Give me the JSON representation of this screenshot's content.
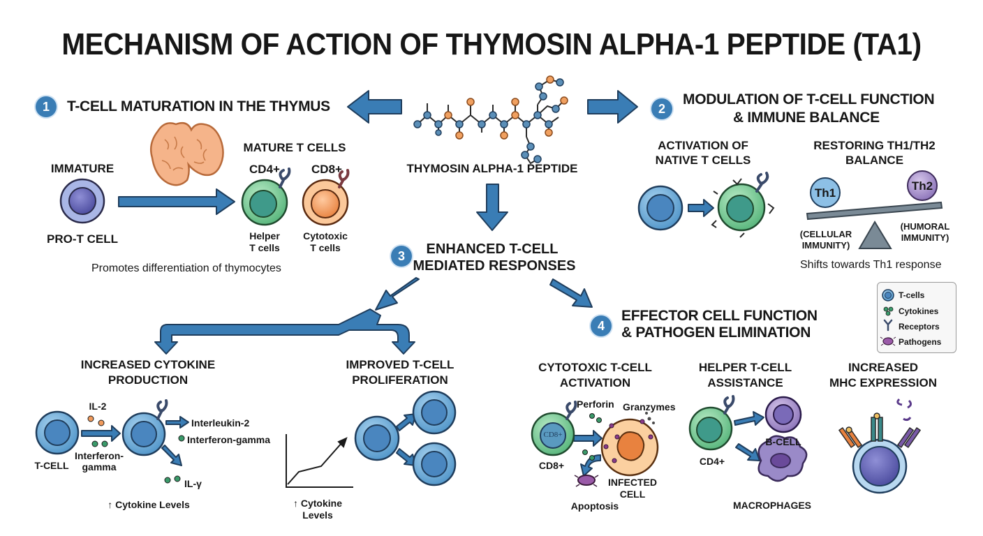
{
  "title": "MECHANISM OF ACTION OF THYMOSIN ALPHA-1 PEPTIDE (TA1)",
  "center": {
    "label": "THYMOSIN ALPHA-1 PEPTIDE"
  },
  "section1": {
    "number": "1",
    "heading": "T-CELL MATURATION IN THE THYMUS",
    "immature": "IMMATURE",
    "pro_t_cell": "PRO-T CELL",
    "mature": "MATURE T CELLS",
    "cd4": "CD4+",
    "cd8": "CD8+",
    "helper_1": "Helper",
    "helper_2": "T cells",
    "cytotoxic_1": "Cytotoxic",
    "cytotoxic_2": "T cells",
    "note": "Promotes differentiation of thymocytes"
  },
  "section2": {
    "number": "2",
    "heading_1": "MODULATION OF T-CELL FUNCTION",
    "heading_2": "& IMMUNE BALANCE",
    "activation_1": "ACTIVATION OF",
    "activation_2": "NATIVE T CELLS",
    "restoring_1": "RESTORING TH1/TH2",
    "restoring_2": "BALANCE",
    "th1": "Th1",
    "th2": "Th2",
    "cellular_1": "(CELLULAR",
    "cellular_2": "IMMUNITY)",
    "humoral_1": "(HUMORAL",
    "humoral_2": "IMMUNITY)",
    "note": "Shifts towards Th1 response"
  },
  "section3": {
    "number": "3",
    "heading_1": "ENHANCED T-CELL",
    "heading_2": "MEDIATED RESPONSES",
    "cytokine_1": "INCREASED CYTOKINE",
    "cytokine_2": "PRODUCTION",
    "prolif_1": "IMPROVED T-CELL",
    "prolif_2": "PROLIFERATION",
    "il2": "IL-2",
    "interferon_1": "Interferon-",
    "interferon_2": "gamma",
    "t_cell": "T-CELL",
    "interleukin2": "Interleukin-2",
    "interferon_gamma": "Interferon-gamma",
    "il_gamma": "IL-γ",
    "cytokine_levels": "↑ Cytokine Levels",
    "graph_1": "↑ Cytokine",
    "graph_2": "Levels"
  },
  "section4": {
    "number": "4",
    "heading_1": "EFFECTOR CELL FUNCTION",
    "heading_2": "& PATHOGEN ELIMINATION",
    "cytotoxic_1": "CYTOTOXIC T-CELL",
    "cytotoxic_2": "ACTIVATION",
    "helper_1": "HELPER T-CELL",
    "helper_2": "ASSISTANCE",
    "mhc_1": "INCREASED",
    "mhc_2": "MHC EXPRESSION",
    "perforin": "Perforin",
    "granzymes": "Granzymes",
    "cd8_cell": "CD8+",
    "cd8": "CD8+",
    "infected_1": "INFECTED",
    "infected_2": "CELL",
    "apoptosis": "Apoptosis",
    "cd4": "CD4+",
    "b_cell": "B-CELL",
    "macrophages": "MACROPHAGES"
  },
  "legend": {
    "items": [
      {
        "label": "T-cells",
        "icon": "t-cell-icon"
      },
      {
        "label": "Cytokines",
        "icon": "cytokine-icon"
      },
      {
        "label": "Receptors",
        "icon": "receptor-icon"
      },
      {
        "label": "Pathogens",
        "icon": "pathogen-icon"
      }
    ]
  },
  "colors": {
    "arrow": "#3a7db5",
    "t_cell": "#6aaedb",
    "helper": "#7fcf9a",
    "cytotoxic": "#f09a5c",
    "th1": "#7fb7e0",
    "th2": "#b08fc9",
    "thymus": "#f5b48a"
  }
}
